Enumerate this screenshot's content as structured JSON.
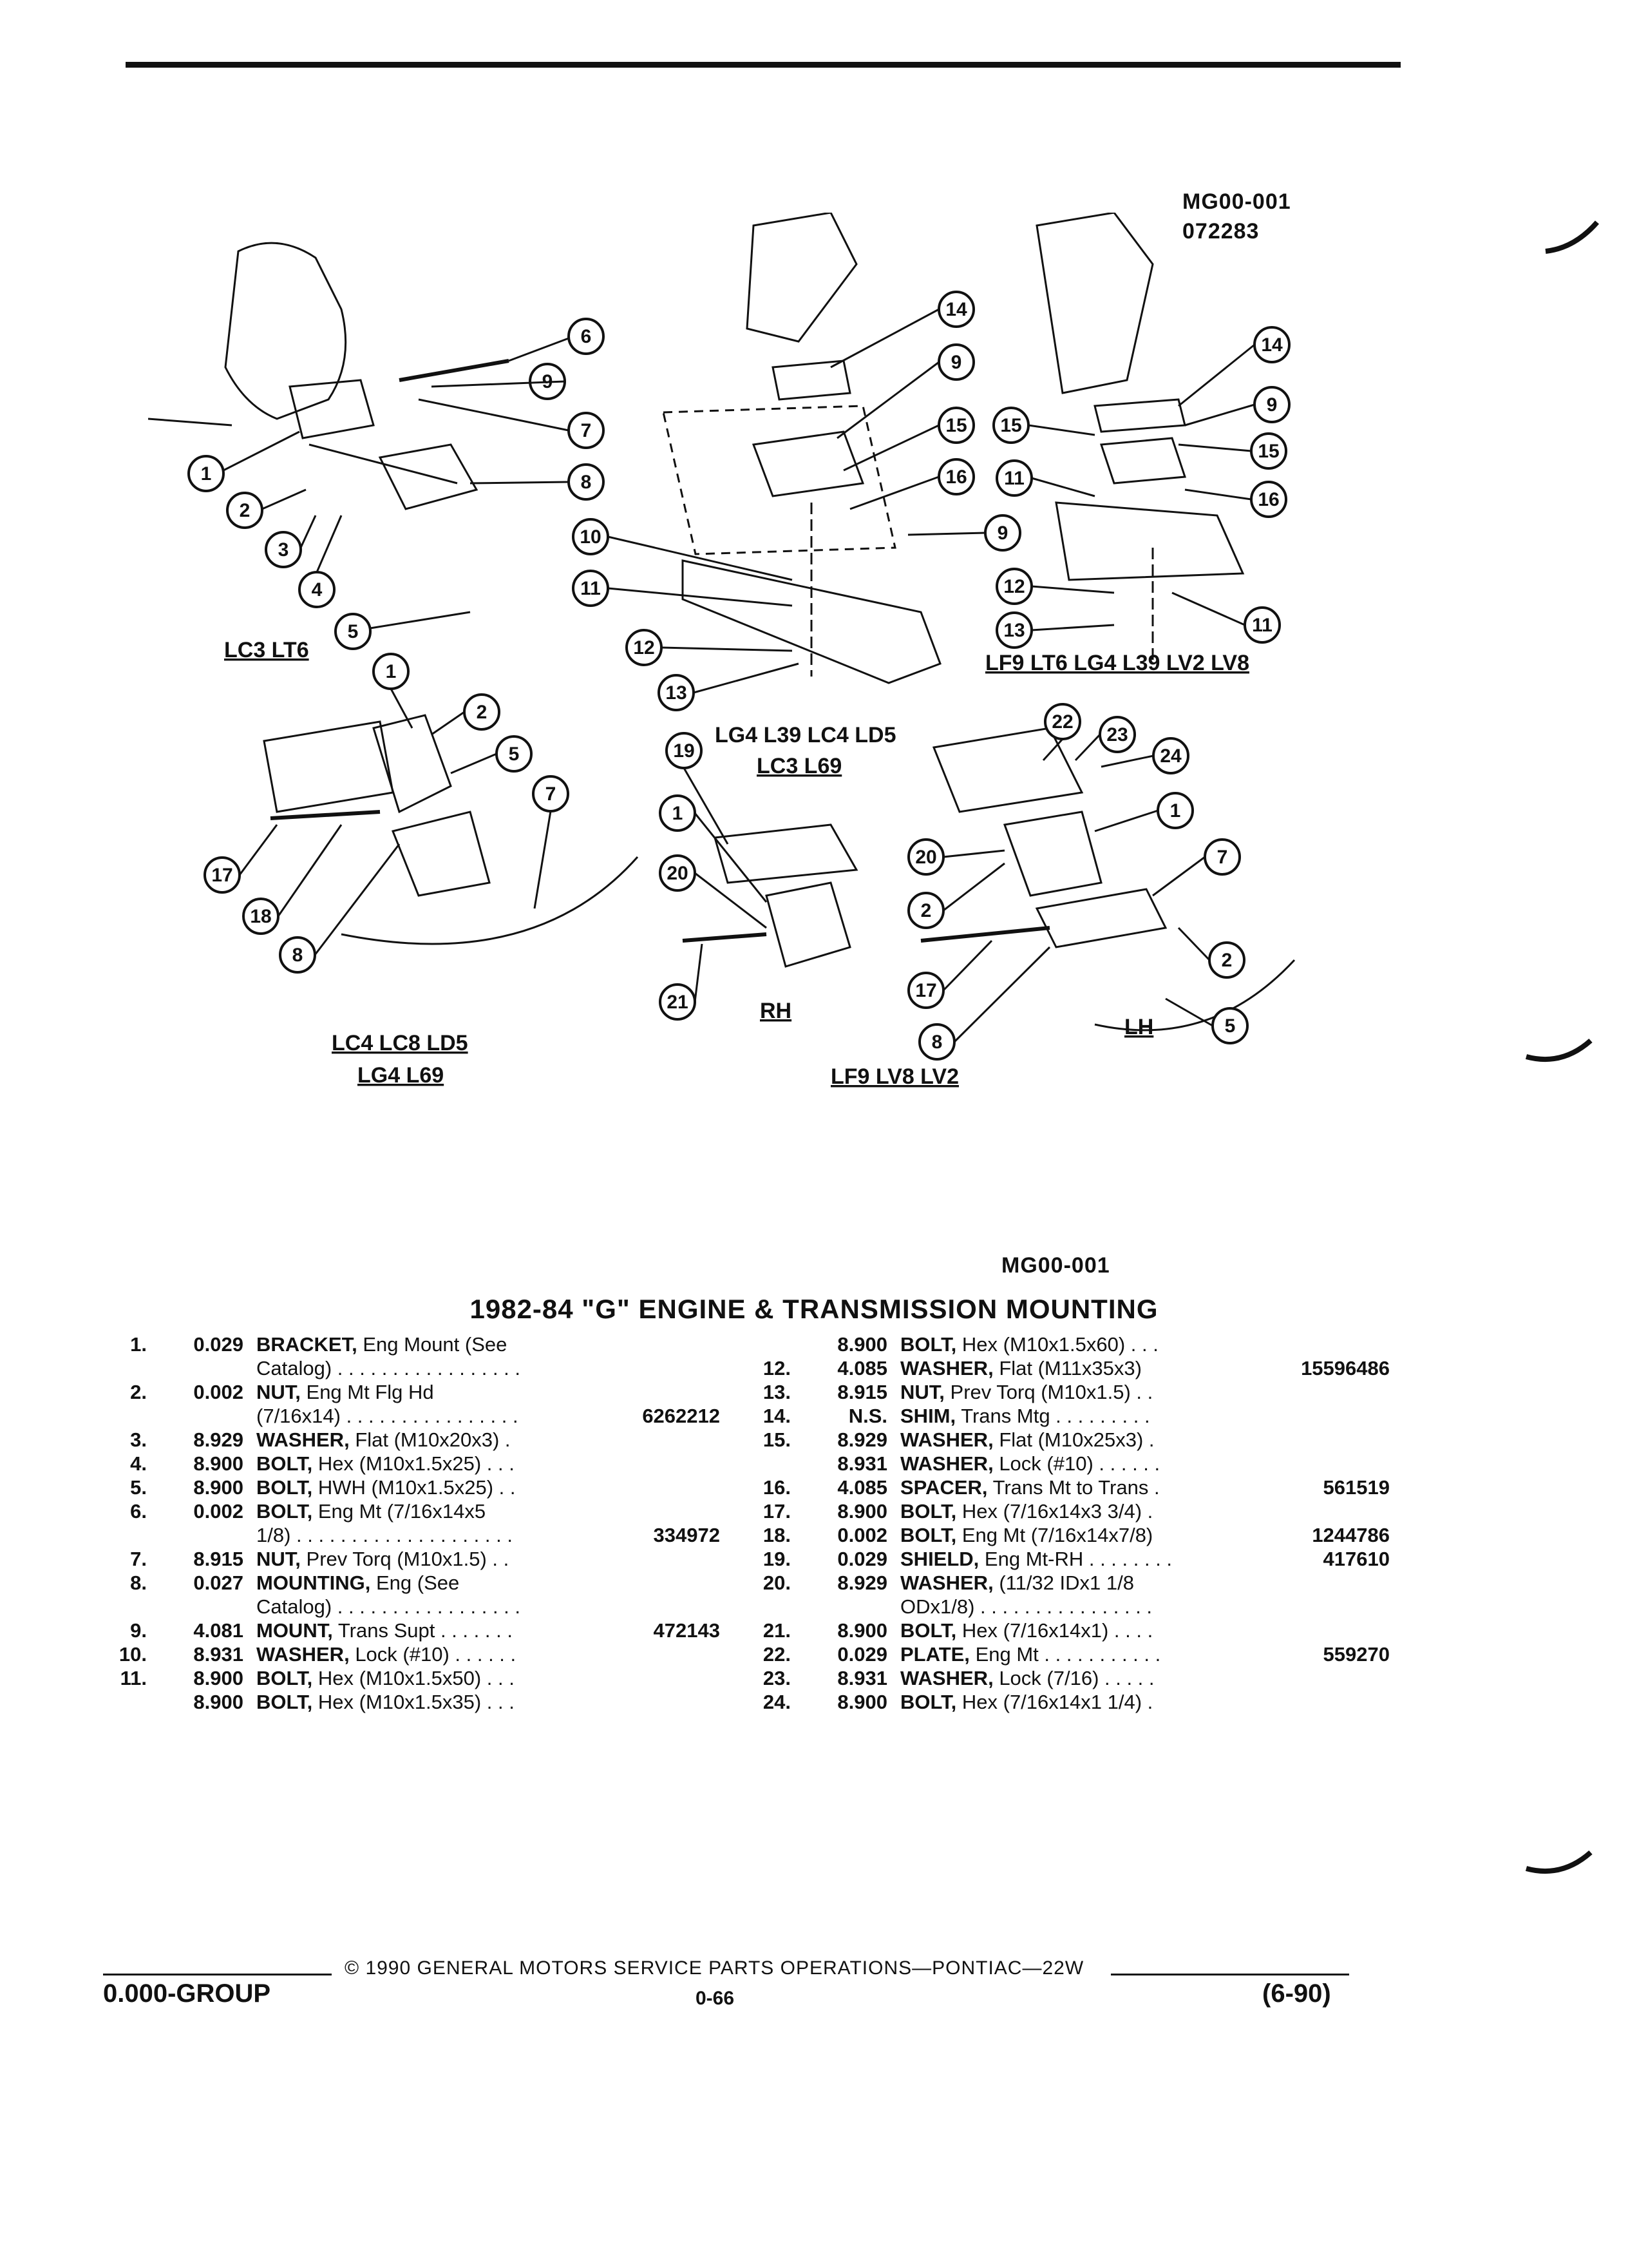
{
  "figure": {
    "id_top": "MG00-001",
    "date_code": "072283",
    "id_mid": "MG00-001",
    "engine_labels": {
      "a": "LC3 LT6",
      "b": "LF9 LT6 LG4 L39 LV2 LV8",
      "c1": "LG4 L39 LC4 LD5",
      "c2": "LC3 L69",
      "d1": "LC4 LC8 LD5",
      "d2": "LG4 L69",
      "e": "LF9 LV8 LV2",
      "rh": "RH",
      "lh": "LH"
    },
    "callouts": {
      "a": [
        "1",
        "2",
        "3",
        "4",
        "5",
        "6",
        "7",
        "8",
        "9"
      ],
      "b": [
        "14",
        "9",
        "15",
        "16",
        "10",
        "11",
        "12",
        "13",
        "9"
      ],
      "c": [
        "14",
        "9",
        "15",
        "11",
        "15",
        "16",
        "12",
        "13",
        "11"
      ],
      "d": [
        "1",
        "2",
        "5",
        "7",
        "17",
        "18",
        "8"
      ],
      "e": [
        "19",
        "1",
        "20",
        "21"
      ],
      "f": [
        "22",
        "23",
        "24",
        "1",
        "20",
        "7",
        "2",
        "17",
        "8",
        "2",
        "5"
      ]
    }
  },
  "title": "1982-84 \"G\" ENGINE & TRANSMISSION MOUNTING",
  "parts_left": [
    {
      "num": "1.",
      "code": "0.029",
      "name": "BRACKET,",
      "desc": "Eng Mount (See",
      "pn": ""
    },
    {
      "num": "",
      "code": "",
      "name": "",
      "desc": "Catalog) . . . . . . . . . . . . . . . . .",
      "pn": ""
    },
    {
      "num": "2.",
      "code": "0.002",
      "name": "NUT,",
      "desc": "Eng Mt Flg Hd",
      "pn": ""
    },
    {
      "num": "",
      "code": "",
      "name": "",
      "desc": "(7/16x14) . . . . . . . . . . . . . . . .",
      "pn": "6262212"
    },
    {
      "num": "3.",
      "code": "8.929",
      "name": "WASHER,",
      "desc": "Flat (M10x20x3) .",
      "pn": ""
    },
    {
      "num": "4.",
      "code": "8.900",
      "name": "BOLT,",
      "desc": "Hex (M10x1.5x25) . . .",
      "pn": ""
    },
    {
      "num": "5.",
      "code": "8.900",
      "name": "BOLT,",
      "desc": "HWH (M10x1.5x25) . .",
      "pn": ""
    },
    {
      "num": "6.",
      "code": "0.002",
      "name": "BOLT,",
      "desc": "Eng Mt (7/16x14x5",
      "pn": ""
    },
    {
      "num": "",
      "code": "",
      "name": "",
      "desc": "1/8) . . . . . . . . . . . . . . . . . . . .",
      "pn": "334972"
    },
    {
      "num": "7.",
      "code": "8.915",
      "name": "NUT,",
      "desc": "Prev Torq (M10x1.5) . .",
      "pn": ""
    },
    {
      "num": "8.",
      "code": "0.027",
      "name": "MOUNTING,",
      "desc": "Eng (See",
      "pn": ""
    },
    {
      "num": "",
      "code": "",
      "name": "",
      "desc": "Catalog) . . . . . . . . . . . . . . . . .",
      "pn": ""
    },
    {
      "num": "9.",
      "code": "4.081",
      "name": "MOUNT,",
      "desc": "Trans Supt . . . . . . .",
      "pn": "472143"
    },
    {
      "num": "10.",
      "code": "8.931",
      "name": "WASHER,",
      "desc": "Lock (#10) . . . . . .",
      "pn": ""
    },
    {
      "num": "11.",
      "code": "8.900",
      "name": "BOLT,",
      "desc": "Hex (M10x1.5x50) . . .",
      "pn": ""
    },
    {
      "num": "",
      "code": "8.900",
      "name": "BOLT,",
      "desc": "Hex (M10x1.5x35) . . .",
      "pn": ""
    }
  ],
  "parts_right": [
    {
      "num": "",
      "code": "8.900",
      "name": "BOLT,",
      "desc": "Hex (M10x1.5x60) . . .",
      "pn": ""
    },
    {
      "num": "12.",
      "code": "4.085",
      "name": "WASHER,",
      "desc": "Flat (M11x35x3)",
      "pn": "15596486"
    },
    {
      "num": "13.",
      "code": "8.915",
      "name": "NUT,",
      "desc": "Prev Torq (M10x1.5) . .",
      "pn": ""
    },
    {
      "num": "14.",
      "code": "N.S.",
      "name": "SHIM,",
      "desc": "Trans Mtg . . . . . . . . .",
      "pn": ""
    },
    {
      "num": "15.",
      "code": "8.929",
      "name": "WASHER,",
      "desc": "Flat (M10x25x3) .",
      "pn": ""
    },
    {
      "num": "",
      "code": "8.931",
      "name": "WASHER,",
      "desc": "Lock (#10) . . . . . .",
      "pn": ""
    },
    {
      "num": "16.",
      "code": "4.085",
      "name": "SPACER,",
      "desc": "Trans Mt to Trans .",
      "pn": "561519"
    },
    {
      "num": "17.",
      "code": "8.900",
      "name": "BOLT,",
      "desc": "Hex (7/16x14x3 3/4) .",
      "pn": ""
    },
    {
      "num": "18.",
      "code": "0.002",
      "name": "BOLT,",
      "desc": "Eng Mt (7/16x14x7/8)",
      "pn": "1244786"
    },
    {
      "num": "19.",
      "code": "0.029",
      "name": "SHIELD,",
      "desc": "Eng Mt-RH . . . . . . . .",
      "pn": "417610"
    },
    {
      "num": "20.",
      "code": "8.929",
      "name": "WASHER,",
      "desc": "(11/32 IDx1 1/8",
      "pn": ""
    },
    {
      "num": "",
      "code": "",
      "name": "",
      "desc": "ODx1/8) . . . . . . . . . . . . . . . .",
      "pn": ""
    },
    {
      "num": "21.",
      "code": "8.900",
      "name": "BOLT,",
      "desc": "Hex (7/16x14x1) . . . .",
      "pn": ""
    },
    {
      "num": "22.",
      "code": "0.029",
      "name": "PLATE,",
      "desc": "Eng Mt . . . . . . . . . . .",
      "pn": "559270"
    },
    {
      "num": "23.",
      "code": "8.931",
      "name": "WASHER,",
      "desc": "Lock (7/16) . . . . .",
      "pn": ""
    },
    {
      "num": "24.",
      "code": "8.900",
      "name": "BOLT,",
      "desc": "Hex (7/16x14x1 1/4) .",
      "pn": ""
    }
  ],
  "footer": {
    "copyright": "© 1990 GENERAL MOTORS SERVICE PARTS OPERATIONS—PONTIAC—22W",
    "group": "0.000-GROUP",
    "page": "0-66",
    "date": "(6-90)"
  }
}
